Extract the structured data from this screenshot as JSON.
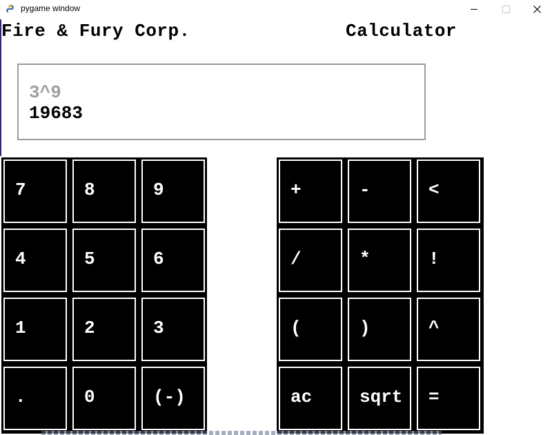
{
  "window": {
    "title": "pygame window",
    "icon": "pygame-snake-icon",
    "controls": {
      "minimize_icon": "minimize-icon",
      "maximize_icon": "maximize-icon",
      "close_icon": "close-icon"
    }
  },
  "header": {
    "company": "Fire & Fury Corp.",
    "app_name": "Calculator"
  },
  "display": {
    "expression": "3^9",
    "result": "19683"
  },
  "keypad_left": {
    "rows": [
      [
        "7",
        "8",
        "9"
      ],
      [
        "4",
        "5",
        "6"
      ],
      [
        "1",
        "2",
        "3"
      ],
      [
        ".",
        "0",
        "(-)"
      ]
    ]
  },
  "keypad_right": {
    "rows": [
      [
        "+",
        "-",
        "<"
      ],
      [
        "/",
        "*",
        "!"
      ],
      [
        "(",
        ")",
        "^"
      ],
      [
        "ac",
        "sqrt",
        "="
      ]
    ]
  },
  "colors": {
    "background": "#ffffff",
    "key_background": "#000000",
    "key_border": "#ffffff",
    "key_text": "#ffffff",
    "expression_text": "#9e9e9e",
    "result_text": "#000000",
    "display_border": "#9a9a9a"
  }
}
